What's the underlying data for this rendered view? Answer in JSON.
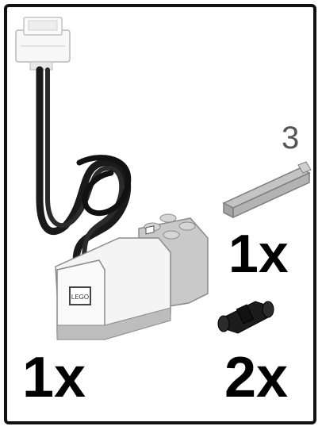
{
  "parts": {
    "motor": {
      "quantity_label": "1x"
    },
    "axle": {
      "length_label": "3",
      "quantity_label": "1x"
    },
    "pin": {
      "quantity_label": "2x"
    }
  },
  "colors": {
    "border": "#111111",
    "cable": "#1a1a1a",
    "motor_body": "#f4f4f4",
    "motor_top": "#c9c9c9",
    "axle": "#a9a9a9",
    "pin": "#1c1c1c"
  },
  "icons": {
    "motor": "lego-motor-icon",
    "connector": "cable-connector-icon",
    "axle": "axle-icon",
    "pin": "connector-pin-icon"
  }
}
